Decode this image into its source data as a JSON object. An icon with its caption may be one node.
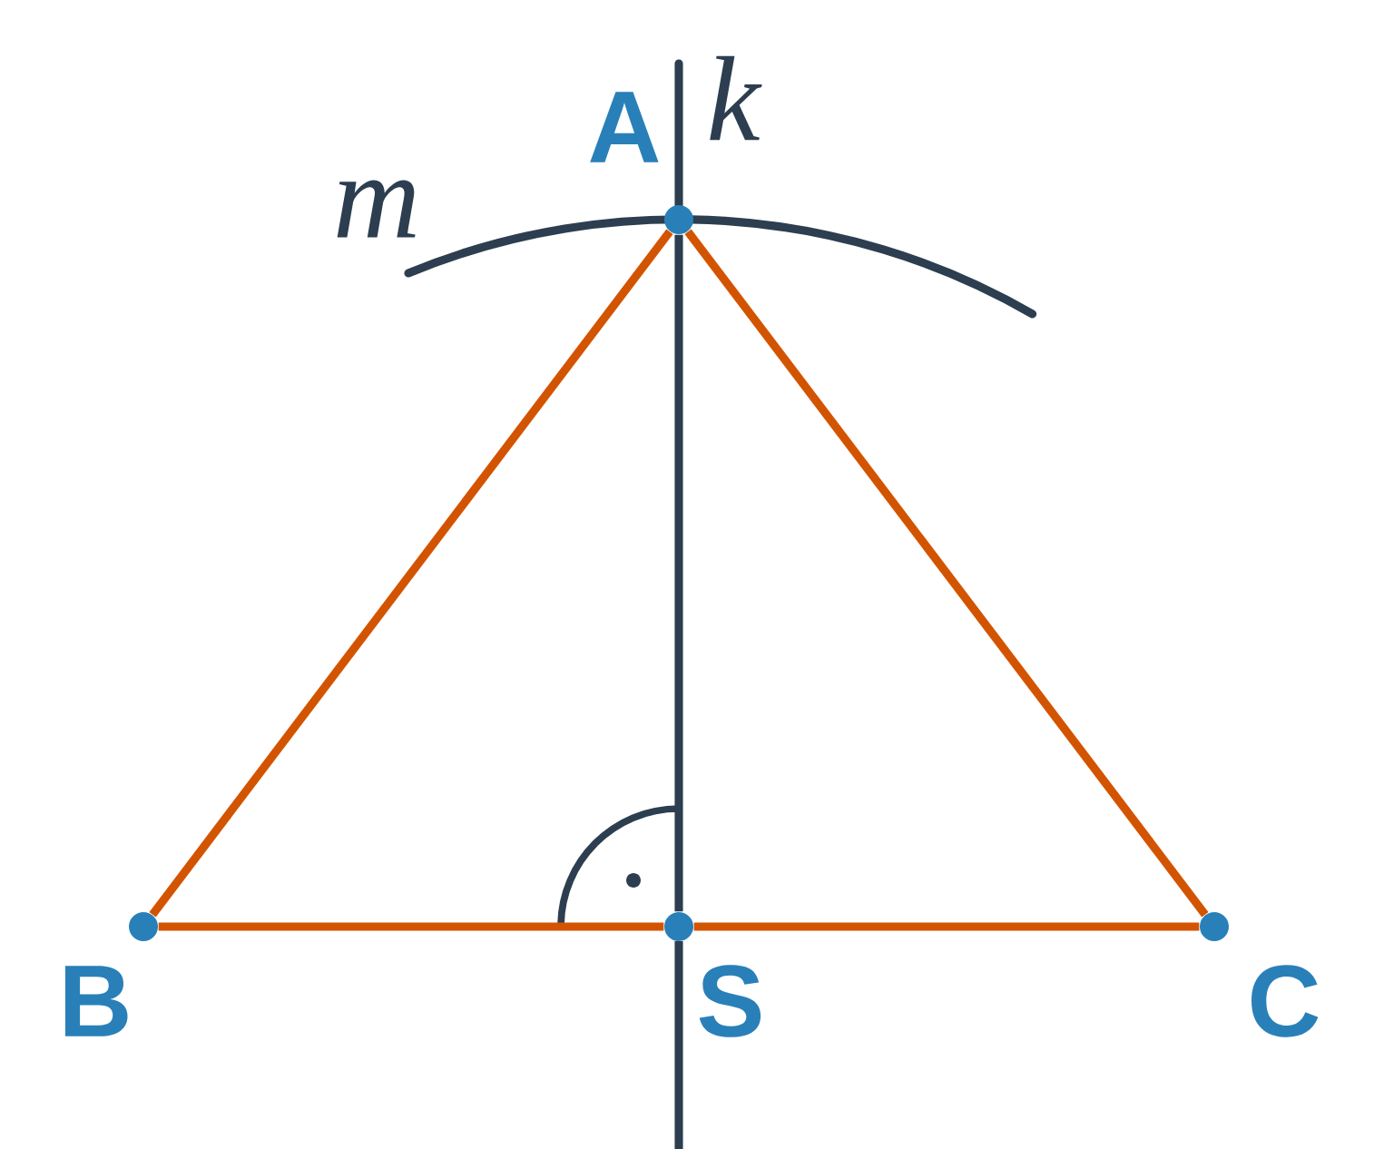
{
  "diagram": {
    "nodes": [
      {
        "text": [
          "A"
        ]
      },
      {
        "text": [
          "B"
        ]
      },
      {
        "text": [
          "C"
        ]
      },
      {
        "text": [
          "S"
        ]
      }
    ],
    "edges": [
      {
        "from": 0,
        "to": 1,
        "arrow": "none"
      },
      {
        "from": 0,
        "to": 2,
        "arrow": "none"
      },
      {
        "from": 1,
        "to": 3,
        "arrow": "none"
      },
      {
        "from": 3,
        "to": 2,
        "arrow": "none"
      },
      {
        "from": 0,
        "to": 3,
        "arrow": "none",
        "color": "#2c3e50"
      }
    ],
    "labels": [
      "k",
      "m"
    ]
  }
}
